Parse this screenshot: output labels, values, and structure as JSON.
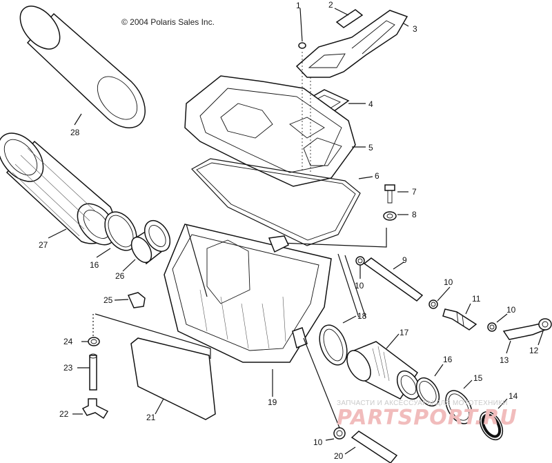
{
  "copyright": "© 2004 Polaris Sales Inc.",
  "watermark": {
    "small": "ЗАПЧАСТИ И АКСЕССУАРЫ ДЛЯ МОТОТЕХНИКИ",
    "logo": "PARTSPORT.RU"
  },
  "callouts": [
    {
      "id": "1",
      "label": "1",
      "part": "fastener-top"
    },
    {
      "id": "2",
      "label": "2",
      "part": "foam-strip"
    },
    {
      "id": "3",
      "label": "3",
      "part": "intake-snorkel"
    },
    {
      "id": "4",
      "label": "4",
      "part": "cover-grommet-frame"
    },
    {
      "id": "5",
      "label": "5",
      "part": "airbox-lid"
    },
    {
      "id": "6",
      "label": "6",
      "part": "lid-seal"
    },
    {
      "id": "7",
      "label": "7",
      "part": "screw"
    },
    {
      "id": "8",
      "label": "8",
      "part": "nut"
    },
    {
      "id": "9",
      "label": "9",
      "part": "drain-tube"
    },
    {
      "id": "10a",
      "label": "10",
      "part": "clamp-left"
    },
    {
      "id": "10b",
      "label": "10",
      "part": "clamp-middle"
    },
    {
      "id": "10c",
      "label": "10",
      "part": "clamp-right"
    },
    {
      "id": "10d",
      "label": "10",
      "part": "clamp-bottom"
    },
    {
      "id": "11",
      "label": "11",
      "part": "check-valve"
    },
    {
      "id": "12",
      "label": "12",
      "part": "cap"
    },
    {
      "id": "13",
      "label": "13",
      "part": "bent-hose"
    },
    {
      "id": "14",
      "label": "14",
      "part": "clamp-large"
    },
    {
      "id": "15",
      "label": "15",
      "part": "ring-clamp"
    },
    {
      "id": "16a",
      "label": "16",
      "part": "clamp-filter"
    },
    {
      "id": "16b",
      "label": "16",
      "part": "clamp-boot"
    },
    {
      "id": "17",
      "label": "17",
      "part": "outlet-boot"
    },
    {
      "id": "18",
      "label": "18",
      "part": "seal-ring"
    },
    {
      "id": "19",
      "label": "19",
      "part": "airbox-housing"
    },
    {
      "id": "20",
      "label": "20",
      "part": "bottom-tube"
    },
    {
      "id": "21",
      "label": "21",
      "part": "pad"
    },
    {
      "id": "22",
      "label": "22",
      "part": "tee-fitting"
    },
    {
      "id": "23",
      "label": "23",
      "part": "vertical-tube"
    },
    {
      "id": "24",
      "label": "24",
      "part": "tube-clip"
    },
    {
      "id": "25",
      "label": "25",
      "part": "clip"
    },
    {
      "id": "26",
      "label": "26",
      "part": "filter-adapter"
    },
    {
      "id": "27",
      "label": "27",
      "part": "air-filter"
    },
    {
      "id": "28",
      "label": "28",
      "part": "pre-filter-sleeve"
    }
  ]
}
